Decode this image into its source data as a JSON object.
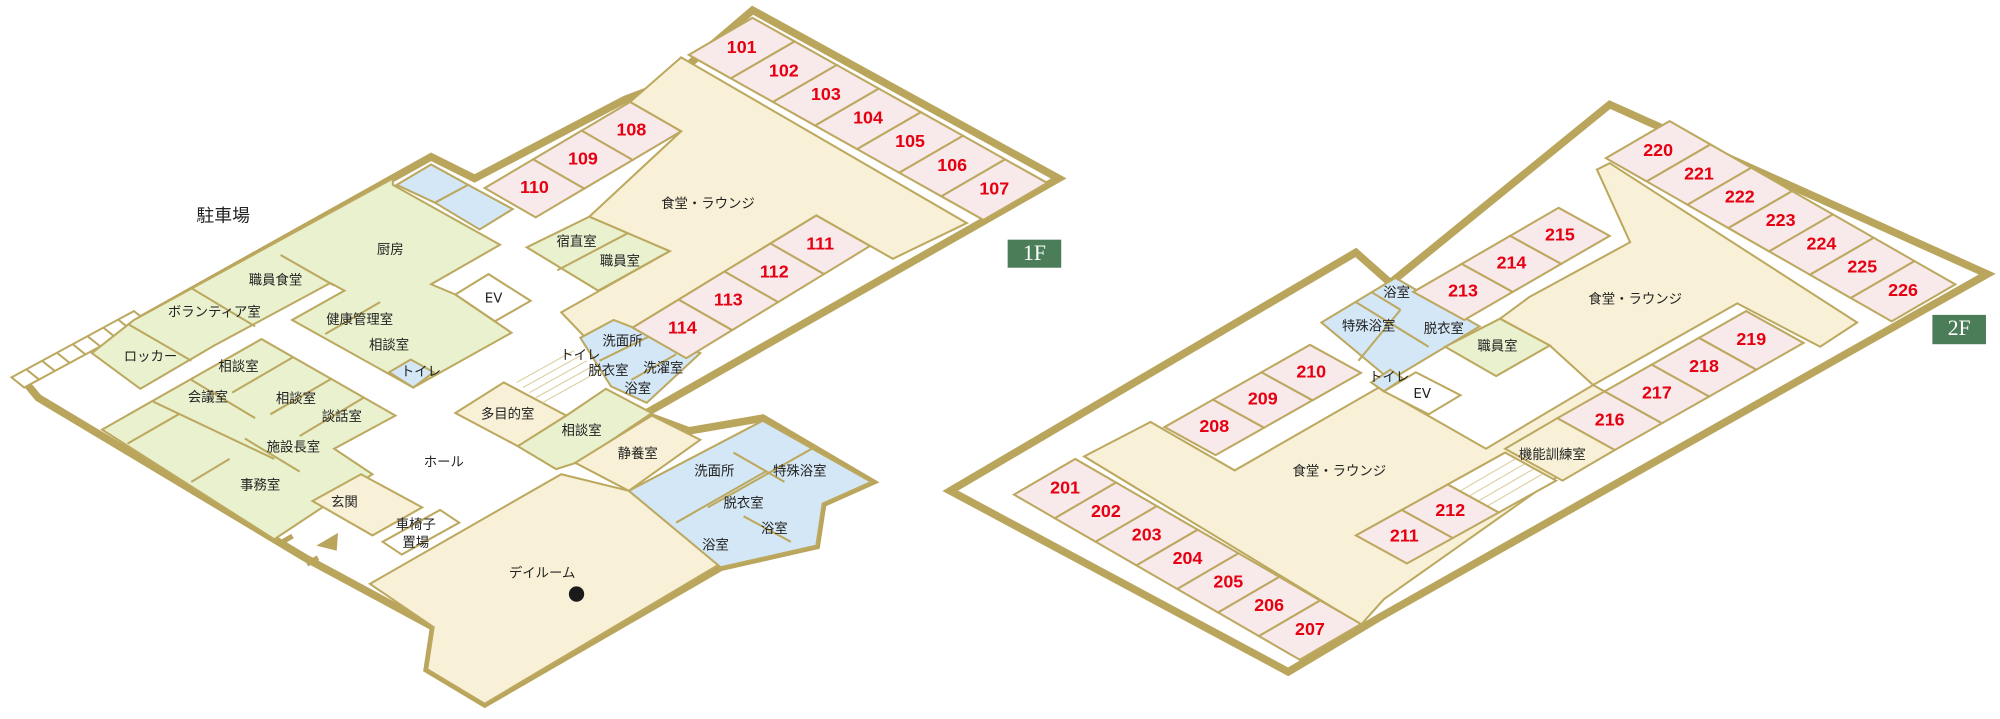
{
  "floor1": {
    "badge": "1F",
    "parking": "駐車場",
    "rooms": {
      "strip_101": [
        "101",
        "102",
        "103",
        "104",
        "105",
        "106",
        "107"
      ],
      "strip_108": [
        "108",
        "109",
        "110"
      ],
      "strip_111": [
        "111",
        "112",
        "113",
        "114"
      ]
    },
    "labels": {
      "lounge": "食堂・ラウンジ",
      "kitchen": "厨房",
      "staff_dining": "職員食堂",
      "volunteer": "ボランティア室",
      "locker": "ロッカー",
      "health": "健康管理室",
      "consult1": "相談室",
      "toilet1": "トイレ",
      "ev": "EV",
      "night_duty": "宿直室",
      "staff_room": "職員室",
      "consult2": "相談室",
      "meeting": "会議室",
      "consult3": "相談室",
      "talk": "談話室",
      "director": "施設長室",
      "office": "事務室",
      "entrance": "玄関",
      "wheelchair_1": "車椅子",
      "wheelchair_2": "置場",
      "hall": "ホール",
      "multipurpose": "多目的室",
      "consult4": "相談室",
      "rest": "静養室",
      "washroom1": "洗面所",
      "toilet2": "トイレ",
      "dressing1": "脱衣室",
      "laundry": "洗濯室",
      "bath1": "浴室",
      "washroom2": "洗面所",
      "special_bath": "特殊浴室",
      "dressing2": "脱衣室",
      "bath2": "浴室",
      "bath3": "浴室",
      "dayroom": "デイルーム"
    }
  },
  "floor2": {
    "badge": "2F",
    "rooms": {
      "strip_201": [
        "201",
        "202",
        "203",
        "204",
        "205",
        "206",
        "207"
      ],
      "strip_208": [
        "208",
        "209",
        "210"
      ],
      "strip_211": [
        "211",
        "212"
      ],
      "strip_213": [
        "213",
        "214",
        "215"
      ],
      "strip_216": [
        "216",
        "217",
        "218",
        "219"
      ],
      "strip_220": [
        "220",
        "221",
        "222",
        "223",
        "224",
        "225",
        "226"
      ]
    },
    "labels": {
      "bath": "浴室",
      "special_bath": "特殊浴室",
      "dressing": "脱衣室",
      "staff_room": "職員室",
      "toilet": "トイレ",
      "ev": "EV",
      "lounge_upper": "食堂・ラウンジ",
      "lounge_lower": "食堂・ラウンジ",
      "rehab": "機能訓練室"
    }
  },
  "colors": {
    "wall": "#b9a55b",
    "room_number": "#e60012",
    "resident_room": "#f8e9ea",
    "common": "#f8f1d7",
    "staff": "#e9f1cf",
    "bath": "#d4e7f6",
    "badge": "#4a7d58"
  }
}
